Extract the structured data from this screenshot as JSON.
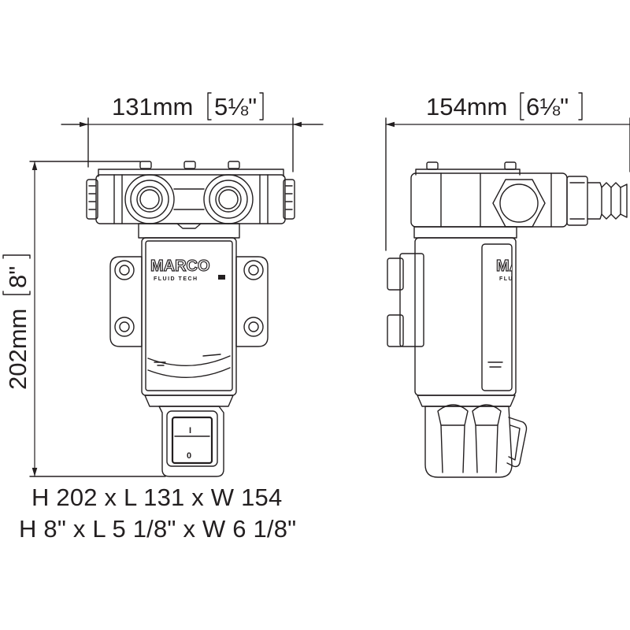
{
  "front_view": {
    "width_dim": "131mm",
    "width_dim_inch": "5⅛\"",
    "height_dim": "202mm",
    "height_dim_inch": "8\""
  },
  "side_view": {
    "width_dim": "154mm",
    "width_dim_inch": "6⅛\""
  },
  "logo": {
    "brand": "MARCO",
    "sub": "FLUID TECH"
  },
  "switch": {
    "on_label": "I",
    "off_label": "0"
  },
  "summary": {
    "metric": "H 202 x L 131 x W 154",
    "imperial": "H 8\" x L 5 1/8\" x W 6 1/8\""
  }
}
